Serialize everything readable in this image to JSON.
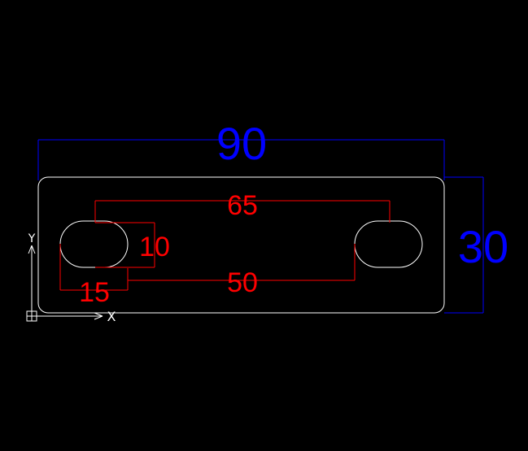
{
  "colors": {
    "background": "#000000",
    "outline": "#ffffff",
    "dimension_overall": "#0000ff",
    "dimension_detail": "#ff0000",
    "ucs": "#ffffff"
  },
  "dimensions": {
    "overall_width": "90",
    "overall_height": "30",
    "slot_center_distance": "65",
    "slot_inner_distance": "50",
    "slot_width": "10",
    "slot_length": "15"
  },
  "ucs": {
    "x_label": "X",
    "y_label": "Y",
    "icon": "ucs-icon"
  }
}
